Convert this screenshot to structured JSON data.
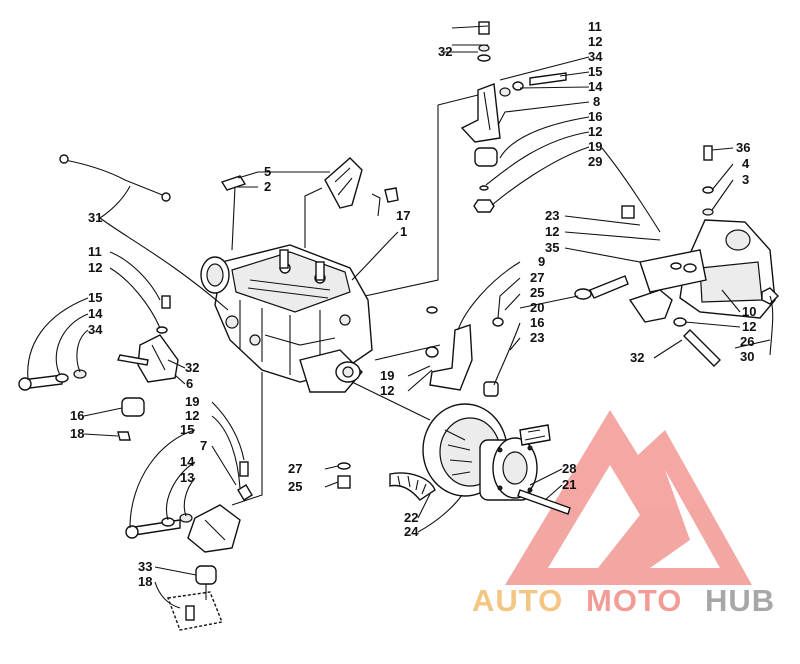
{
  "labels": [
    {
      "id": "p11a",
      "text": "11"
    },
    {
      "id": "p12a",
      "text": "12"
    },
    {
      "id": "p32a",
      "text": "32"
    },
    {
      "id": "p34a",
      "text": "34"
    },
    {
      "id": "p15a",
      "text": "15"
    },
    {
      "id": "p14a",
      "text": "14"
    },
    {
      "id": "p8",
      "text": "8"
    },
    {
      "id": "p16a",
      "text": "16"
    },
    {
      "id": "p12b",
      "text": "12"
    },
    {
      "id": "p19a",
      "text": "19"
    },
    {
      "id": "p29",
      "text": "29"
    },
    {
      "id": "p36",
      "text": "36"
    },
    {
      "id": "p4",
      "text": "4"
    },
    {
      "id": "p3",
      "text": "3"
    },
    {
      "id": "p5",
      "text": "5"
    },
    {
      "id": "p2",
      "text": "2"
    },
    {
      "id": "p17",
      "text": "17"
    },
    {
      "id": "p1",
      "text": "1"
    },
    {
      "id": "p31",
      "text": "31"
    },
    {
      "id": "p23a",
      "text": "23"
    },
    {
      "id": "p12c",
      "text": "12"
    },
    {
      "id": "p35",
      "text": "35"
    },
    {
      "id": "p9",
      "text": "9"
    },
    {
      "id": "p27a",
      "text": "27"
    },
    {
      "id": "p25a",
      "text": "25"
    },
    {
      "id": "p20",
      "text": "20"
    },
    {
      "id": "p16b",
      "text": "16"
    },
    {
      "id": "p23b",
      "text": "23"
    },
    {
      "id": "p10",
      "text": "10"
    },
    {
      "id": "p12d",
      "text": "12"
    },
    {
      "id": "p26",
      "text": "26"
    },
    {
      "id": "p30",
      "text": "30"
    },
    {
      "id": "p32b",
      "text": "32"
    },
    {
      "id": "p11b",
      "text": "11"
    },
    {
      "id": "p12e",
      "text": "12"
    },
    {
      "id": "p15b",
      "text": "15"
    },
    {
      "id": "p14b",
      "text": "14"
    },
    {
      "id": "p34b",
      "text": "34"
    },
    {
      "id": "p32c",
      "text": "32"
    },
    {
      "id": "p6",
      "text": "6"
    },
    {
      "id": "p16c",
      "text": "16"
    },
    {
      "id": "p18a",
      "text": "18"
    },
    {
      "id": "p19b",
      "text": "19"
    },
    {
      "id": "p12f",
      "text": "12"
    },
    {
      "id": "p15c",
      "text": "15"
    },
    {
      "id": "p7",
      "text": "7"
    },
    {
      "id": "p14c",
      "text": "14"
    },
    {
      "id": "p13",
      "text": "13"
    },
    {
      "id": "p19c",
      "text": "19"
    },
    {
      "id": "p12g",
      "text": "12"
    },
    {
      "id": "p27b",
      "text": "27"
    },
    {
      "id": "p25b",
      "text": "25"
    },
    {
      "id": "p28",
      "text": "28"
    },
    {
      "id": "p21",
      "text": "21"
    },
    {
      "id": "p22",
      "text": "22"
    },
    {
      "id": "p24",
      "text": "24"
    },
    {
      "id": "p33",
      "text": "33"
    },
    {
      "id": "p18b",
      "text": "18"
    }
  ],
  "watermark": {
    "part1": "AUTO",
    "part2": "MOTO",
    "part3": "HUB",
    "colors": {
      "auto": "#f2b25a",
      "moto": "#ef7b73",
      "hub": "#8a8a8a",
      "triangle": "#f08a84"
    }
  }
}
